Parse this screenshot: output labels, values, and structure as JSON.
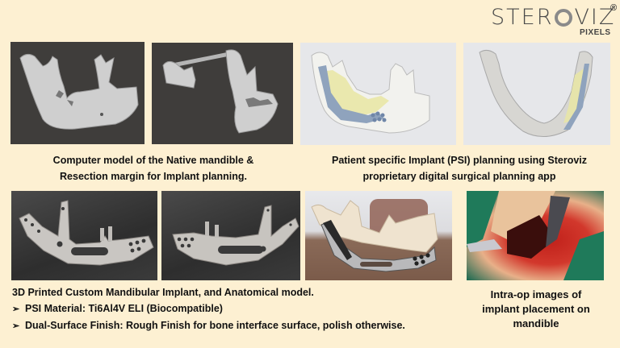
{
  "logo": {
    "word_left": "STER",
    "word_right": "VIZ",
    "registered_mark": "®",
    "subtitle": "PIXELS",
    "ring_color": "#8a8a8a"
  },
  "background_color": "#fdf0d2",
  "images": [
    {
      "id": "native-mandible-model",
      "description": "3D computer model of native mandible"
    },
    {
      "id": "resection-margin-model",
      "description": "3D model with resection margin and connecting bar"
    },
    {
      "id": "psi-planning-lateral",
      "description": "PSI planning view lateral with yellow graft and blue plate"
    },
    {
      "id": "psi-planning-top",
      "description": "PSI planning view from above"
    },
    {
      "id": "implant-photo-1",
      "description": "3D printed titanium implant photo"
    },
    {
      "id": "implant-photo-2",
      "description": "3D printed titanium implant photo reverse side"
    },
    {
      "id": "implant-on-anatomical-model",
      "description": "Implant mounted on anatomical mandible model"
    },
    {
      "id": "intraop-photo",
      "description": "Intra-operative photo of implant placement"
    }
  ],
  "captions": {
    "native_model": [
      "Computer model of the Native mandible &",
      "Resection margin for Implant planning."
    ],
    "psi_planning": [
      "Patient specific Implant (PSI) planning using Steroviz",
      "proprietary digital surgical planning app"
    ],
    "printed_implant_heading": "3D Printed Custom Mandibular Implant, and Anatomical model.",
    "bullets": [
      "PSI Material: Ti6Al4V ELI (Biocompatible)",
      "Dual-Surface Finish: Rough Finish for bone interface surface, polish otherwise."
    ],
    "bullet_glyph": "➢",
    "intraop": [
      "Intra-op images of",
      "implant placement on",
      "mandible"
    ]
  }
}
